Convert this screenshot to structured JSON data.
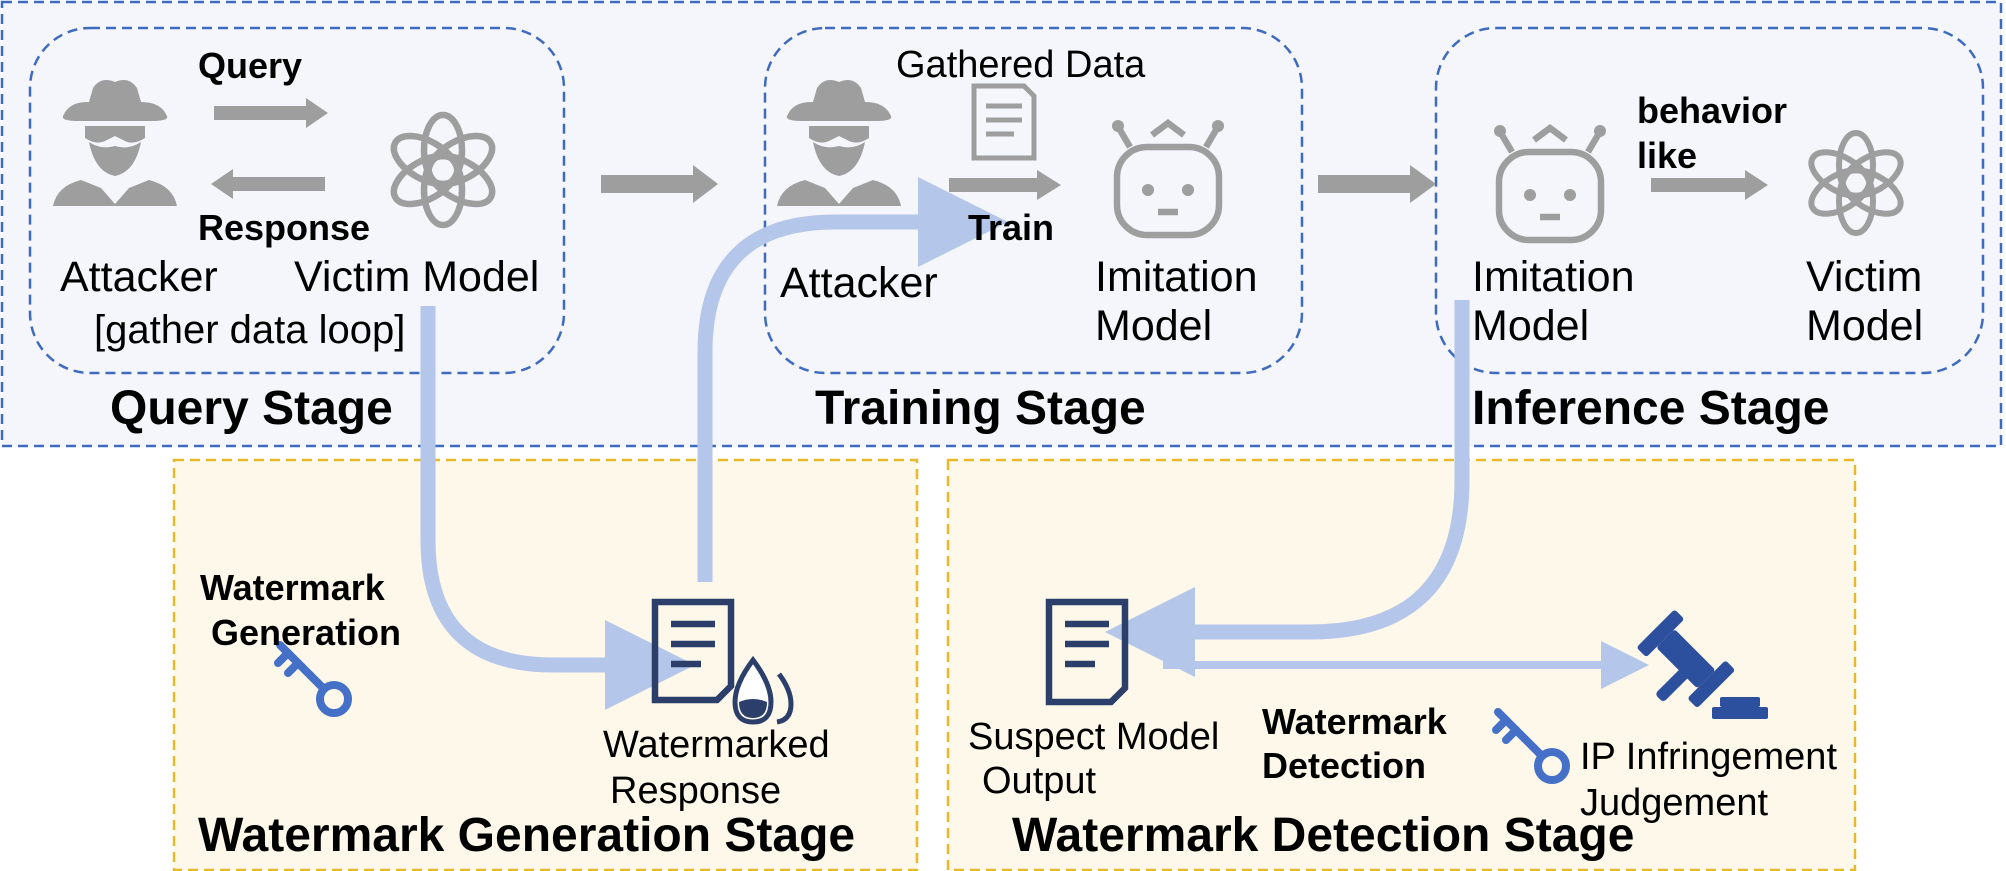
{
  "query_stage": {
    "title": "Query Stage",
    "query_label": "Query",
    "response_label": "Response",
    "attacker_label": "Attacker",
    "victim_label": "Victim Model",
    "loop_label": "[gather data loop]"
  },
  "training_stage": {
    "title": "Training Stage",
    "gathered_label": "Gathered Data",
    "train_label": "Train",
    "attacker_label": "Attacker",
    "imitation_line1": "Imitation",
    "imitation_line2": "Model"
  },
  "inference_stage": {
    "title": "Inference Stage",
    "behavior_line1": "behavior",
    "behavior_line2": "like",
    "imitation_line1": "Imitation",
    "imitation_line2": "Model",
    "victim_line1": "Victim",
    "victim_line2": "Model"
  },
  "wm_generation_stage": {
    "title": "Watermark Generation Stage",
    "gen_line1": "Watermark",
    "gen_line2": "Generation",
    "resp_line1": "Watermarked",
    "resp_line2": "Response"
  },
  "wm_detection_stage": {
    "title": "Watermark Detection Stage",
    "suspect_line1": "Suspect Model",
    "suspect_line2": "Output",
    "det_line1": "Watermark",
    "det_line2": "Detection",
    "ip_line1": "IP Infringement",
    "ip_line2": "Judgement"
  },
  "colors": {
    "top_panel_bg": "#f4f6fb",
    "top_panel_border": "#3f6bbf",
    "bottom_panel_bg": "#fdf8ea",
    "bottom_panel_border": "#e8b92a",
    "gray_icon": "#9e9e9e",
    "flow_blue": "#b4c6e9",
    "dark_navy": "#2c3f6b",
    "key_blue": "#4470c8"
  }
}
